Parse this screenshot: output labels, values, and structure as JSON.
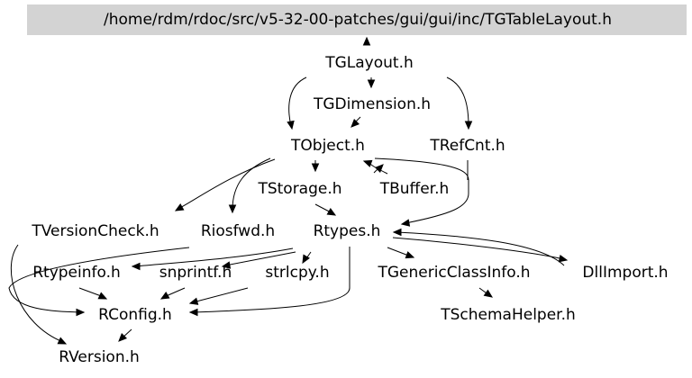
{
  "diagram": {
    "colors": {
      "root_fill": "#d3d3d3",
      "edge": "#000000",
      "text": "#000000",
      "background": "#ffffff"
    },
    "nodes": [
      {
        "id": "root",
        "label": "/home/rdm/rdoc/src/v5-32-00-patches/gui/gui/inc/TGTableLayout.h",
        "highlighted": true
      },
      {
        "id": "tglayout",
        "label": "TGLayout.h"
      },
      {
        "id": "tgdimension",
        "label": "TGDimension.h"
      },
      {
        "id": "tobject",
        "label": "TObject.h"
      },
      {
        "id": "trefcnt",
        "label": "TRefCnt.h"
      },
      {
        "id": "tstorage",
        "label": "TStorage.h"
      },
      {
        "id": "tbuffer",
        "label": "TBuffer.h"
      },
      {
        "id": "tversioncheck",
        "label": "TVersionCheck.h"
      },
      {
        "id": "riosfwd",
        "label": "Riosfwd.h"
      },
      {
        "id": "rtypes",
        "label": "Rtypes.h"
      },
      {
        "id": "rtypeinfo",
        "label": "Rtypeinfo.h"
      },
      {
        "id": "snprintf",
        "label": "snprintf.h"
      },
      {
        "id": "strlcpy",
        "label": "strlcpy.h"
      },
      {
        "id": "tgenericclassinfo",
        "label": "TGenericClassInfo.h"
      },
      {
        "id": "dllimport",
        "label": "DllImport.h"
      },
      {
        "id": "rconfig",
        "label": "RConfig.h"
      },
      {
        "id": "tschemahelper",
        "label": "TSchemaHelper.h"
      },
      {
        "id": "rversion",
        "label": "RVersion.h"
      }
    ],
    "edges": [
      {
        "from": "root",
        "to": "tglayout"
      },
      {
        "from": "tglayout",
        "to": "tgdimension"
      },
      {
        "from": "tglayout",
        "to": "tobject"
      },
      {
        "from": "tglayout",
        "to": "trefcnt"
      },
      {
        "from": "tgdimension",
        "to": "tobject"
      },
      {
        "from": "tobject",
        "to": "tstorage"
      },
      {
        "from": "tobject",
        "to": "tbuffer"
      },
      {
        "from": "tobject",
        "to": "tversioncheck"
      },
      {
        "from": "tobject",
        "to": "riosfwd"
      },
      {
        "from": "tobject",
        "to": "rtypes"
      },
      {
        "from": "tbuffer",
        "to": "tobject"
      },
      {
        "from": "tstorage",
        "to": "rtypes"
      },
      {
        "from": "trefcnt",
        "to": "rtypes"
      },
      {
        "from": "tversioncheck",
        "to": "rversion"
      },
      {
        "from": "riosfwd",
        "to": "rconfig"
      },
      {
        "from": "rtypes",
        "to": "rtypeinfo"
      },
      {
        "from": "rtypes",
        "to": "snprintf"
      },
      {
        "from": "rtypes",
        "to": "strlcpy"
      },
      {
        "from": "rtypes",
        "to": "tgenericclassinfo"
      },
      {
        "from": "rtypes",
        "to": "dllimport"
      },
      {
        "from": "rtypes",
        "to": "rconfig"
      },
      {
        "from": "dllimport",
        "to": "rtypes"
      },
      {
        "from": "rtypeinfo",
        "to": "rconfig"
      },
      {
        "from": "snprintf",
        "to": "rconfig"
      },
      {
        "from": "strlcpy",
        "to": "rconfig"
      },
      {
        "from": "rconfig",
        "to": "rversion"
      },
      {
        "from": "tgenericclassinfo",
        "to": "tschemahelper"
      }
    ]
  }
}
